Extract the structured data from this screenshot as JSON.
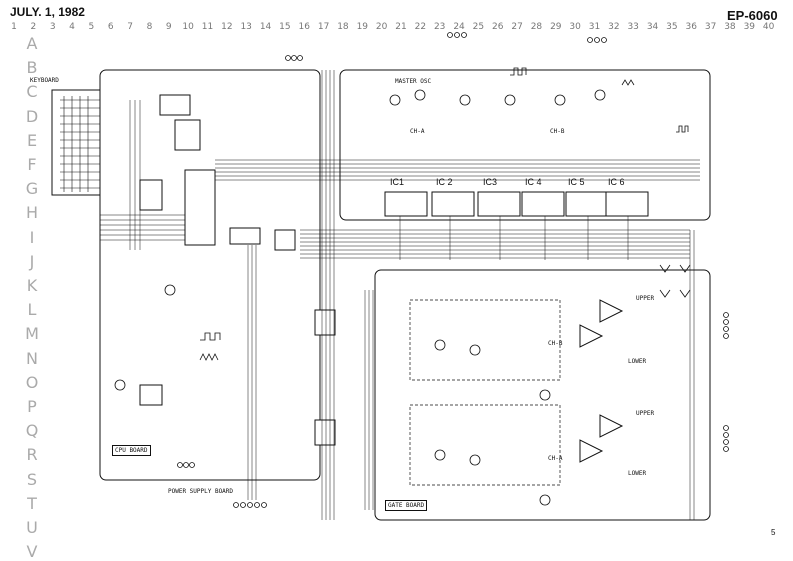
{
  "header": {
    "date": "JULY. 1, 1982",
    "model": "EP-6060"
  },
  "page_number": "5",
  "grid": {
    "columns": [
      "1",
      "2",
      "3",
      "4",
      "5",
      "6",
      "7",
      "8",
      "9",
      "10",
      "11",
      "12",
      "13",
      "14",
      "15",
      "16",
      "17",
      "18",
      "19",
      "20",
      "21",
      "22",
      "23",
      "24",
      "25",
      "26",
      "27",
      "28",
      "29",
      "30",
      "31",
      "32",
      "33",
      "34",
      "35",
      "36",
      "37",
      "38",
      "39",
      "40"
    ],
    "rows": [
      "A",
      "B",
      "C",
      "D",
      "E",
      "F",
      "G",
      "H",
      "I",
      "J",
      "K",
      "L",
      "M",
      "N",
      "O",
      "P",
      "Q",
      "R",
      "S",
      "T",
      "U",
      "V"
    ]
  },
  "labels": {
    "keyboard": "KEYBOARD",
    "cpu_board": "CPU BOARD",
    "gate_board": "GATE BOARD",
    "ch_a": "CH-A",
    "ch_b": "CH-B",
    "master_osc": "MASTER OSC",
    "ic1": "IC1",
    "ic2": "IC 2",
    "ic3": "IC3",
    "ic4": "IC 4",
    "ic5": "IC 5",
    "ic6": "IC 6",
    "upper": "UPPER",
    "lower": "LOWER",
    "power_supply_board": "POWER SUPPLY BOARD"
  }
}
